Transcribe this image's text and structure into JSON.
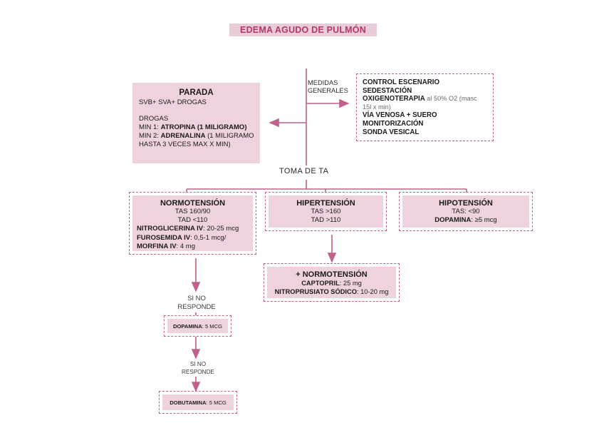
{
  "title": "EDEMA AGUDO DE PULMÓN",
  "colors": {
    "accent": "#b4376c",
    "box_fill": "#eed3de",
    "border": "#c1608c",
    "title_band": "#e8cdd9"
  },
  "parada": {
    "header": "PARADA",
    "subtitle": "SVB+ SVA+ DROGAS",
    "drugs_label": "DROGAS",
    "line1_prefix": "MIN 1: ",
    "line1_drug": "ATROPINA",
    "line1_dose": " (1 MILIGRAMO)",
    "line2_prefix": "MIN 2: ",
    "line2_drug": "ADRENALINA",
    "line2_dose": " (1 MILIGRAMO",
    "line3": "HASTA 3 VECES MAX X MIN)"
  },
  "medidas": {
    "label": "MEDIDAS\nGENERALES",
    "label_line1": "MEDIDAS",
    "label_line2": "GENERALES",
    "items": [
      {
        "bold": "CONTROL ESCENARIO",
        "rest": ""
      },
      {
        "bold": "SEDESTACIÓN",
        "rest": ""
      },
      {
        "bold": "OXIGENOTERAPIA",
        "rest": " al 50% O2 (masc"
      },
      {
        "bold": "",
        "rest": "15l x min)"
      },
      {
        "bold": "VÍA VENOSA + SUERO",
        "rest": ""
      },
      {
        "bold": "MONITORIZACIÓN",
        "rest": ""
      },
      {
        "bold": "SONDA VESICAL",
        "rest": ""
      }
    ]
  },
  "toma_ta_label": "TOMA DE TA",
  "normotension": {
    "header": "NORMOTENSIÓN",
    "tas": "TAS 160/90",
    "tad": "TAD <110",
    "drugs": [
      {
        "name": "NITROGLICERINA IV",
        "dose": ": 20-25 mcg"
      },
      {
        "name": "FUROSEMIDA IV",
        "dose": ": 0,5-1 mcg/"
      },
      {
        "name": "MORFINA IV",
        "dose": ": 4 mg"
      }
    ]
  },
  "hipertension": {
    "header": "HIPERTENSIÓN",
    "tas": "TAS >160",
    "tad": "TAD >110"
  },
  "hipotension": {
    "header": "HIPOTENSIÓN",
    "tas": "TAS: <90",
    "drug_name": "DOPAMINA",
    "drug_dose": ": ≥5 mcg"
  },
  "plus_normotension": {
    "header": "+ NORMOTENSIÓN",
    "drug1_name": "CAPTOPRIL",
    "drug1_dose": ": 25 mg",
    "drug2_name": "NITROPRUSIATO SÓDICO",
    "drug2_dose": ": 10-20 mg"
  },
  "escalation": {
    "step1_text_line1": "SI NO",
    "step1_text_line2": "RESPONDE",
    "dopamina_name": "DOPAMINA",
    "dopamina_dose": ": 5 MCG",
    "step2_text_line1": "SI NO",
    "step2_text_line2": "RESPONDE",
    "dobutamina_name": "DOBUTAMINA",
    "dobutamina_dose": ": 5 MCG"
  }
}
